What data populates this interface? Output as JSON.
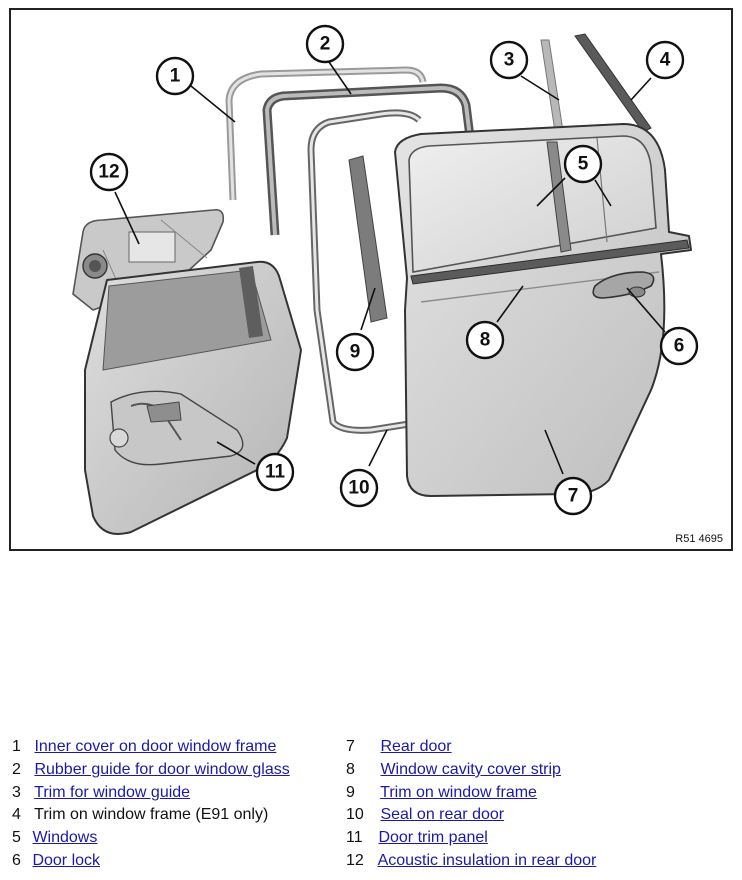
{
  "figure": {
    "reference_code": "R51 4695",
    "callouts": [
      "1",
      "2",
      "3",
      "4",
      "5",
      "6",
      "7",
      "8",
      "9",
      "10",
      "11",
      "12"
    ]
  },
  "legend": {
    "items": [
      {
        "number": "1",
        "label": "Inner cover on door window frame",
        "linked": true
      },
      {
        "number": "2",
        "label": "Rubber guide for door window glass",
        "linked": true
      },
      {
        "number": "3",
        "label": "Trim for window guide",
        "linked": true
      },
      {
        "number": "4",
        "label": "Trim on window frame (E91 only)",
        "linked": false
      },
      {
        "number": "5",
        "label": "Windows",
        "linked": true
      },
      {
        "number": "6",
        "label": "Door lock",
        "linked": true
      },
      {
        "number": "7",
        "label": "Rear door",
        "linked": true
      },
      {
        "number": "8",
        "label": "Window cavity cover strip",
        "linked": true
      },
      {
        "number": "9",
        "label": "Trim on window frame",
        "linked": true
      },
      {
        "number": "10",
        "label": "Seal on rear door",
        "linked": true
      },
      {
        "number": "11",
        "label": "Door trim panel",
        "linked": true
      },
      {
        "number": "12",
        "label": "Acoustic insulation in rear door",
        "linked": true
      }
    ]
  }
}
